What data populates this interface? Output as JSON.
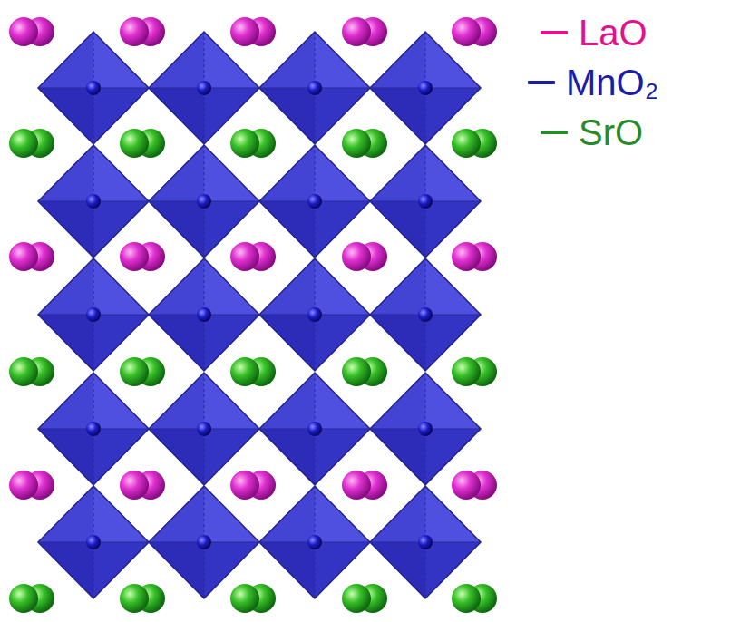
{
  "diagram": {
    "legend": [
      {
        "text": "LaO",
        "color": "#e2128c"
      },
      {
        "text": "MnO₂",
        "color": "#1c1ca8"
      },
      {
        "text": "SrO",
        "color": "#2a8a2a"
      }
    ]
  }
}
